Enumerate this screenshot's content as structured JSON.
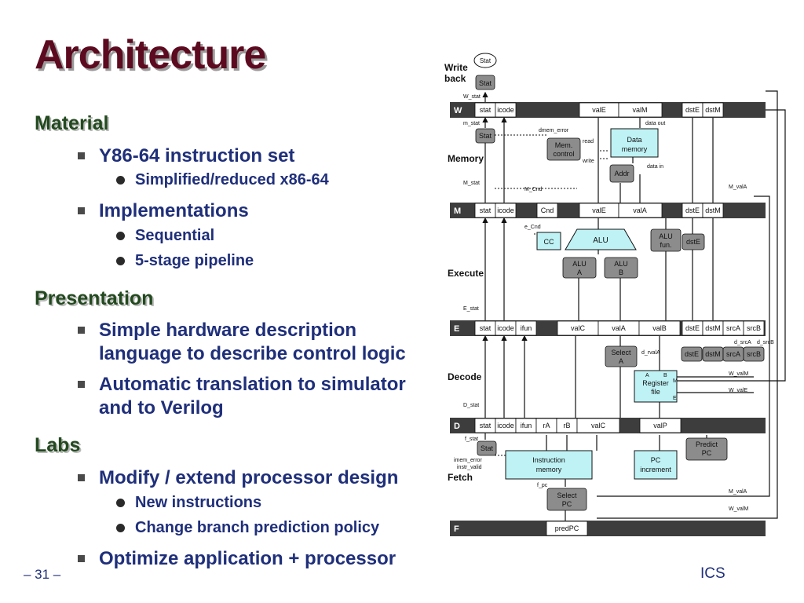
{
  "slide": {
    "title": "Architecture",
    "page_number": "– 31 –",
    "footer_label": "ICS",
    "sections": [
      {
        "heading": "Material",
        "items": [
          {
            "text": "Y86-64 instruction set",
            "sub": [
              "Simplified/reduced x86-64"
            ]
          },
          {
            "text": "Implementations",
            "sub": [
              "Sequential",
              "5-stage pipeline"
            ]
          }
        ]
      },
      {
        "heading": "Presentation",
        "items": [
          {
            "text": "Simple hardware description language to describe control logic",
            "sub": []
          },
          {
            "text": "Automatic translation to simulator and to Verilog",
            "sub": []
          }
        ]
      },
      {
        "heading": "Labs",
        "items": [
          {
            "text": "Modify / extend processor design",
            "sub": [
              "New instructions",
              "Change branch prediction policy"
            ]
          },
          {
            "text": "Optimize application + processor",
            "sub": []
          }
        ]
      }
    ]
  },
  "diagram": {
    "stages": {
      "writeback_1": "Write",
      "writeback_2": "back",
      "memory": "Memory",
      "execute": "Execute",
      "decode": "Decode",
      "fetch": "Fetch"
    },
    "registers": {
      "W": "W",
      "M": "M",
      "E": "E",
      "D": "D",
      "F": "F"
    },
    "fields": {
      "stat": "stat",
      "icode": "icode",
      "ifun": "ifun",
      "valE": "valE",
      "valM": "valM",
      "dstE": "dstE",
      "dstM": "dstM",
      "Cnd": "Cnd",
      "valA": "valA",
      "valB": "valB",
      "valC": "valC",
      "srcA": "srcA",
      "srcB": "srcB",
      "rA": "rA",
      "rB": "rB",
      "valP": "valP",
      "predPC": "predPC"
    },
    "units": {
      "stat": "Stat",
      "data_memory_1": "Data",
      "data_memory_2": "memory",
      "mem_control_1": "Mem.",
      "mem_control_2": "control",
      "addr": "Addr",
      "cc": "CC",
      "alu": "ALU",
      "alu_fun_1": "ALU",
      "alu_fun_2": "fun.",
      "alu_a_1": "ALU",
      "alu_a_2": "A",
      "alu_b_1": "ALU",
      "alu_b_2": "B",
      "select_a_1": "Select",
      "select_a_2": "A",
      "register_file_1": "Register",
      "register_file_2": "file",
      "instruction_memory_1": "Instruction",
      "instruction_memory_2": "memory",
      "pc_increment_1": "PC",
      "pc_increment_2": "increment",
      "predict_pc_1": "Predict",
      "predict_pc_2": "PC",
      "select_pc_1": "Select",
      "select_pc_2": "PC"
    },
    "signals": {
      "W_stat": "W_stat",
      "m_stat": "m_stat",
      "dmem_error": "dmem_error",
      "data_out": "data out",
      "read": "read",
      "write": "write",
      "data_in": "data in",
      "M_stat": "M_stat",
      "M_Cnd": "M_Cnd",
      "M_valA": "M_valA",
      "e_Cnd": "e_Cnd",
      "E_stat": "E_stat",
      "d_srcA": "d_srcA",
      "d_srcB": "d_srcB",
      "d_rvalA": "d_rvalA",
      "W_valM": "W_valM",
      "W_valE": "W_valE",
      "D_stat": "D_stat",
      "f_stat": "f_stat",
      "imem_error": "imem_error",
      "instr_valid": "instr_valid",
      "f_pc": "f_pc",
      "port_A": "A",
      "port_B": "B",
      "port_M": "M",
      "port_E": "E"
    }
  }
}
